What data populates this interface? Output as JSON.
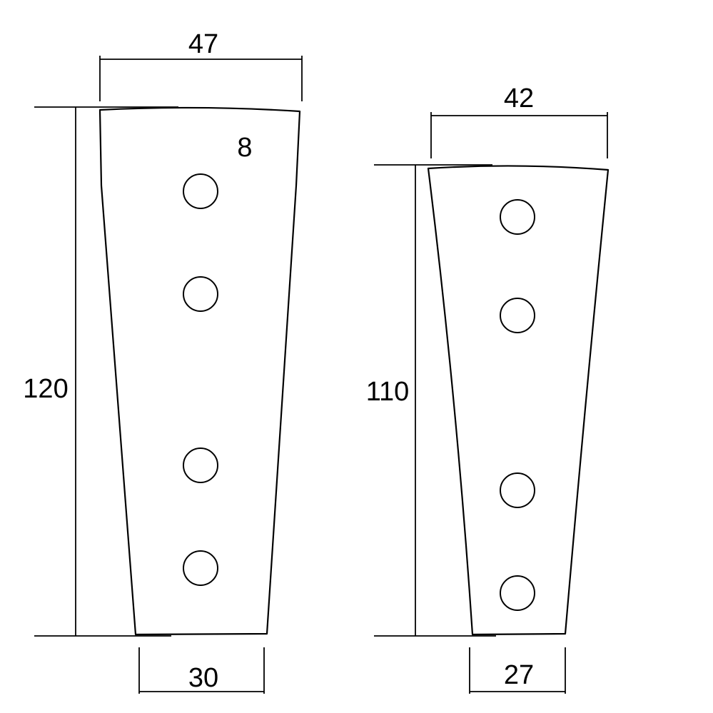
{
  "colors": {
    "line": "#000000",
    "background": "#ffffff"
  },
  "plates": [
    {
      "top_width": "47",
      "height": "120",
      "bottom_width": "30",
      "note": "8",
      "holes": 4
    },
    {
      "top_width": "42",
      "height": "110",
      "bottom_width": "27",
      "holes": 4
    }
  ]
}
